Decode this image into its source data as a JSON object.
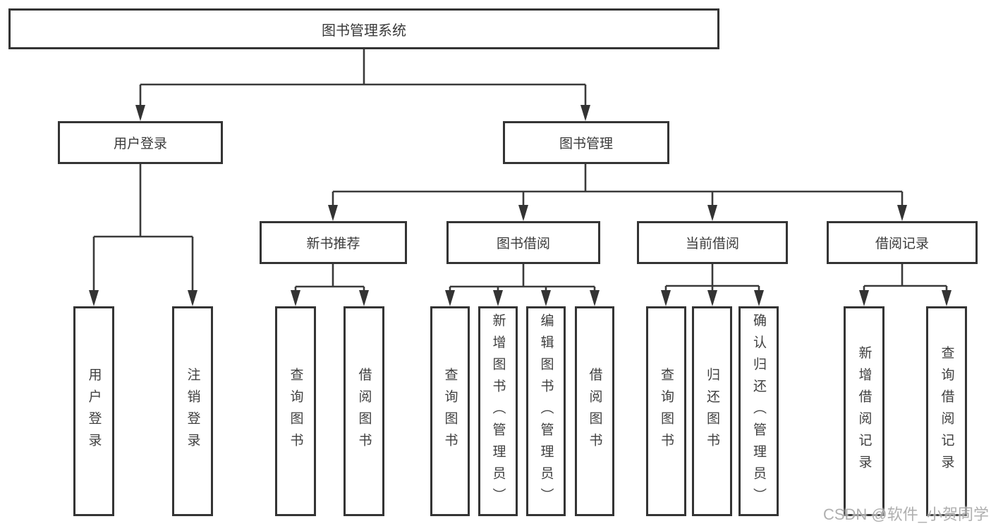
{
  "colors": {
    "background": "#ffffff",
    "line": "#3a3a3a",
    "box_border": "#343434",
    "text": "#3a3a3a",
    "watermark": "#a9a9a9"
  },
  "diagram": {
    "root": {
      "label": "图书管理系统"
    },
    "branches": [
      {
        "label": "用户登录",
        "children": [
          {
            "label": "用户登录"
          },
          {
            "label": "注销登录"
          }
        ]
      },
      {
        "label": "图书管理",
        "children": [
          {
            "label": "新书推荐",
            "children": [
              {
                "label": "查询图书"
              },
              {
                "label": "借阅图书"
              }
            ]
          },
          {
            "label": "图书借阅",
            "children": [
              {
                "label": "查询图书"
              },
              {
                "label": "新增图书（管理员）"
              },
              {
                "label": "编辑图书（管理员）"
              },
              {
                "label": "借阅图书"
              }
            ]
          },
          {
            "label": "当前借阅",
            "children": [
              {
                "label": "查询图书"
              },
              {
                "label": "归还图书"
              },
              {
                "label": "确认归还（管理员）"
              }
            ]
          },
          {
            "label": "借阅记录",
            "children": [
              {
                "label": "新增借阅记录"
              },
              {
                "label": "查询借阅记录"
              }
            ]
          }
        ]
      }
    ]
  },
  "watermark": {
    "text": "CSDN @软件_小贺同学"
  }
}
